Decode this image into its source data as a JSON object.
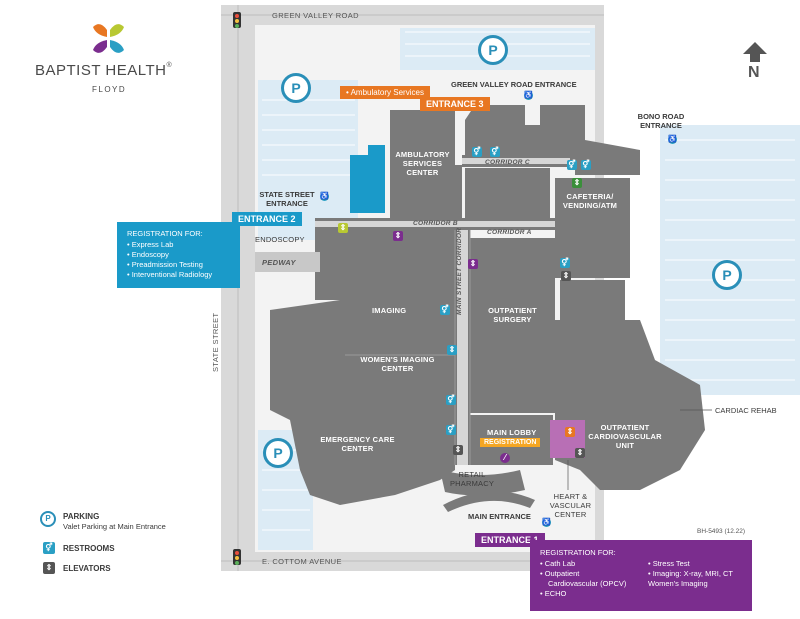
{
  "brand": {
    "name": "BAPTIST HEALTH",
    "reg": "®",
    "sub": "FLOYD",
    "colors": [
      "#e87722",
      "#7b2d8e",
      "#b8c832",
      "#2a9fc4"
    ]
  },
  "north": "N",
  "roads": {
    "green_valley": "GREEN VALLEY ROAD",
    "state_street": "STATE STREET",
    "e_cottom": "E. COTTOM AVENUE"
  },
  "entrances": {
    "green_valley_road": "GREEN VALLEY ROAD ENTRANCE",
    "bono_road": "BONO ROAD ENTRANCE",
    "state_street": "STATE STREET ENTRANCE",
    "main": "MAIN ENTRANCE",
    "cardiac_rehab": "CARDIAC REHAB"
  },
  "tags": {
    "entrance1": "ENTRANCE 1",
    "entrance2": "ENTRANCE 2",
    "entrance3": "ENTRANCE 3",
    "ambulatory_services": "• Ambulatory Services",
    "registration": "REGISTRATION"
  },
  "buildings": {
    "ambulatory": "AMBULATORY SERVICES CENTER",
    "cafeteria": "CAFETERIA/ VENDING/ATM",
    "imaging": "IMAGING",
    "outpatient_surgery": "OUTPATIENT SURGERY",
    "womens_imaging": "WOMEN'S IMAGING CENTER",
    "emergency": "EMERGENCY CARE CENTER",
    "main_lobby": "MAIN LOBBY",
    "retail_pharmacy": "RETAIL PHARMACY",
    "outpatient_cardio": "OUTPATIENT CARDIOVASCULAR UNIT",
    "heart_vascular": "HEART & VASCULAR CENTER",
    "endoscopy": "ENDOSCOPY"
  },
  "corridors": {
    "a": "CORRIDOR A",
    "b": "CORRIDOR B",
    "c": "CORRIDOR C",
    "main_street": "MAIN STREET CORRIDOR",
    "pedway": "PEDWAY"
  },
  "registration_blue": {
    "title": "REGISTRATION FOR:",
    "items": [
      "Express Lab",
      "Endoscopy",
      "Preadmission Testing",
      "Interventional Radiology"
    ]
  },
  "registration_purple": {
    "title": "REGISTRATION FOR:",
    "col1": [
      "Cath Lab",
      "Outpatient",
      "Cardiovascular (OPCV)",
      "ECHO"
    ],
    "col2": [
      "Stress Test",
      "Imaging: X-ray, MRI, CT",
      "Women's Imaging"
    ]
  },
  "legend": {
    "parking": "PARKING",
    "valet": "Valet Parking at Main Entrance",
    "restrooms": "RESTROOMS",
    "elevators": "ELEVATORS"
  },
  "parking_symbol": "P",
  "code": "BH-5493 (12.22)"
}
